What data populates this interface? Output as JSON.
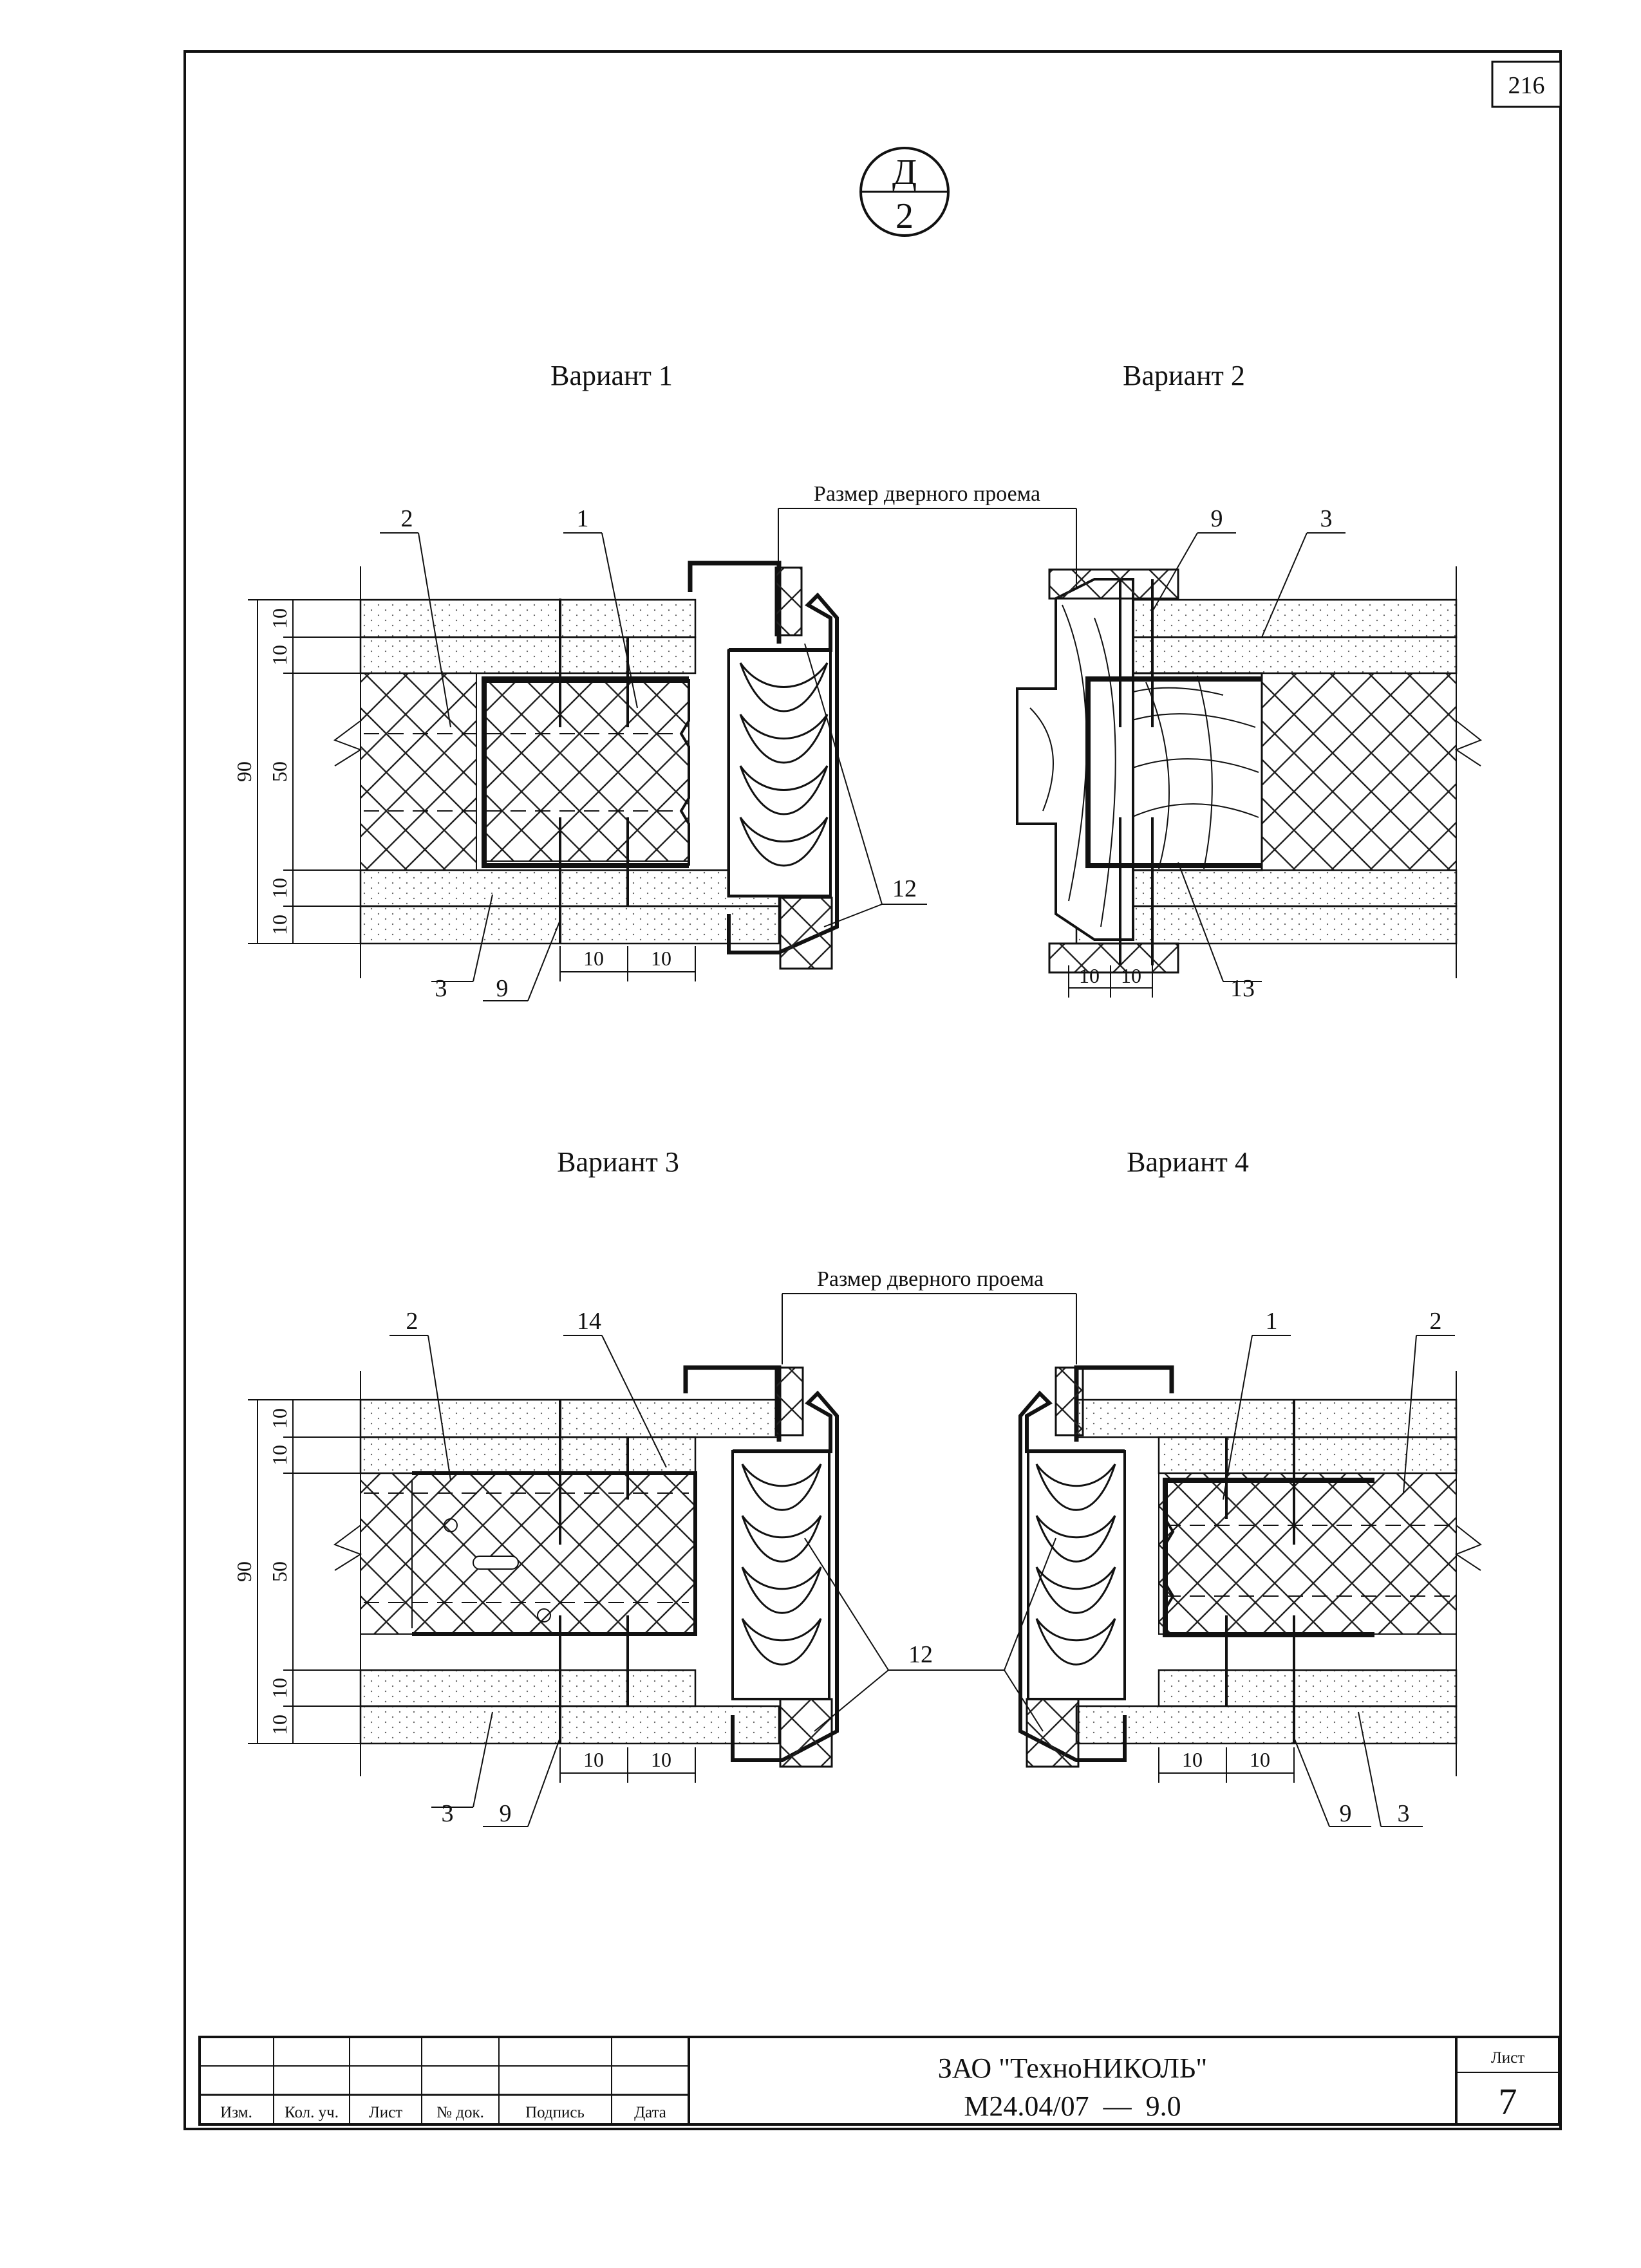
{
  "page_number": "216",
  "section_mark": {
    "top": "Д",
    "bottom": "2"
  },
  "opening_label": "Размер дверного проема",
  "variants": [
    {
      "label": "Вариант 1"
    },
    {
      "label": "Вариант 2"
    },
    {
      "label": "Вариант 3"
    },
    {
      "label": "Вариант 4"
    }
  ],
  "dimensions": {
    "ten": "10",
    "fifty": "50",
    "ninety": "90"
  },
  "callouts": {
    "v1": [
      "2",
      "1",
      "3",
      "9",
      "12"
    ],
    "v2": [
      "9",
      "3",
      "13"
    ],
    "v3": [
      "2",
      "14",
      "3",
      "9",
      "12"
    ],
    "v4": [
      "1",
      "2",
      "9",
      "3"
    ]
  },
  "title_block": {
    "company": "ЗАО \"ТехноНИКОЛЬ\"",
    "document": "М24.04/07  —  9.0",
    "sheet_label": "Лист",
    "sheet_number": "7",
    "columns": [
      "Изм.",
      "Кол. уч.",
      "Лист",
      "№ док.",
      "Подпись",
      "Дата"
    ]
  }
}
